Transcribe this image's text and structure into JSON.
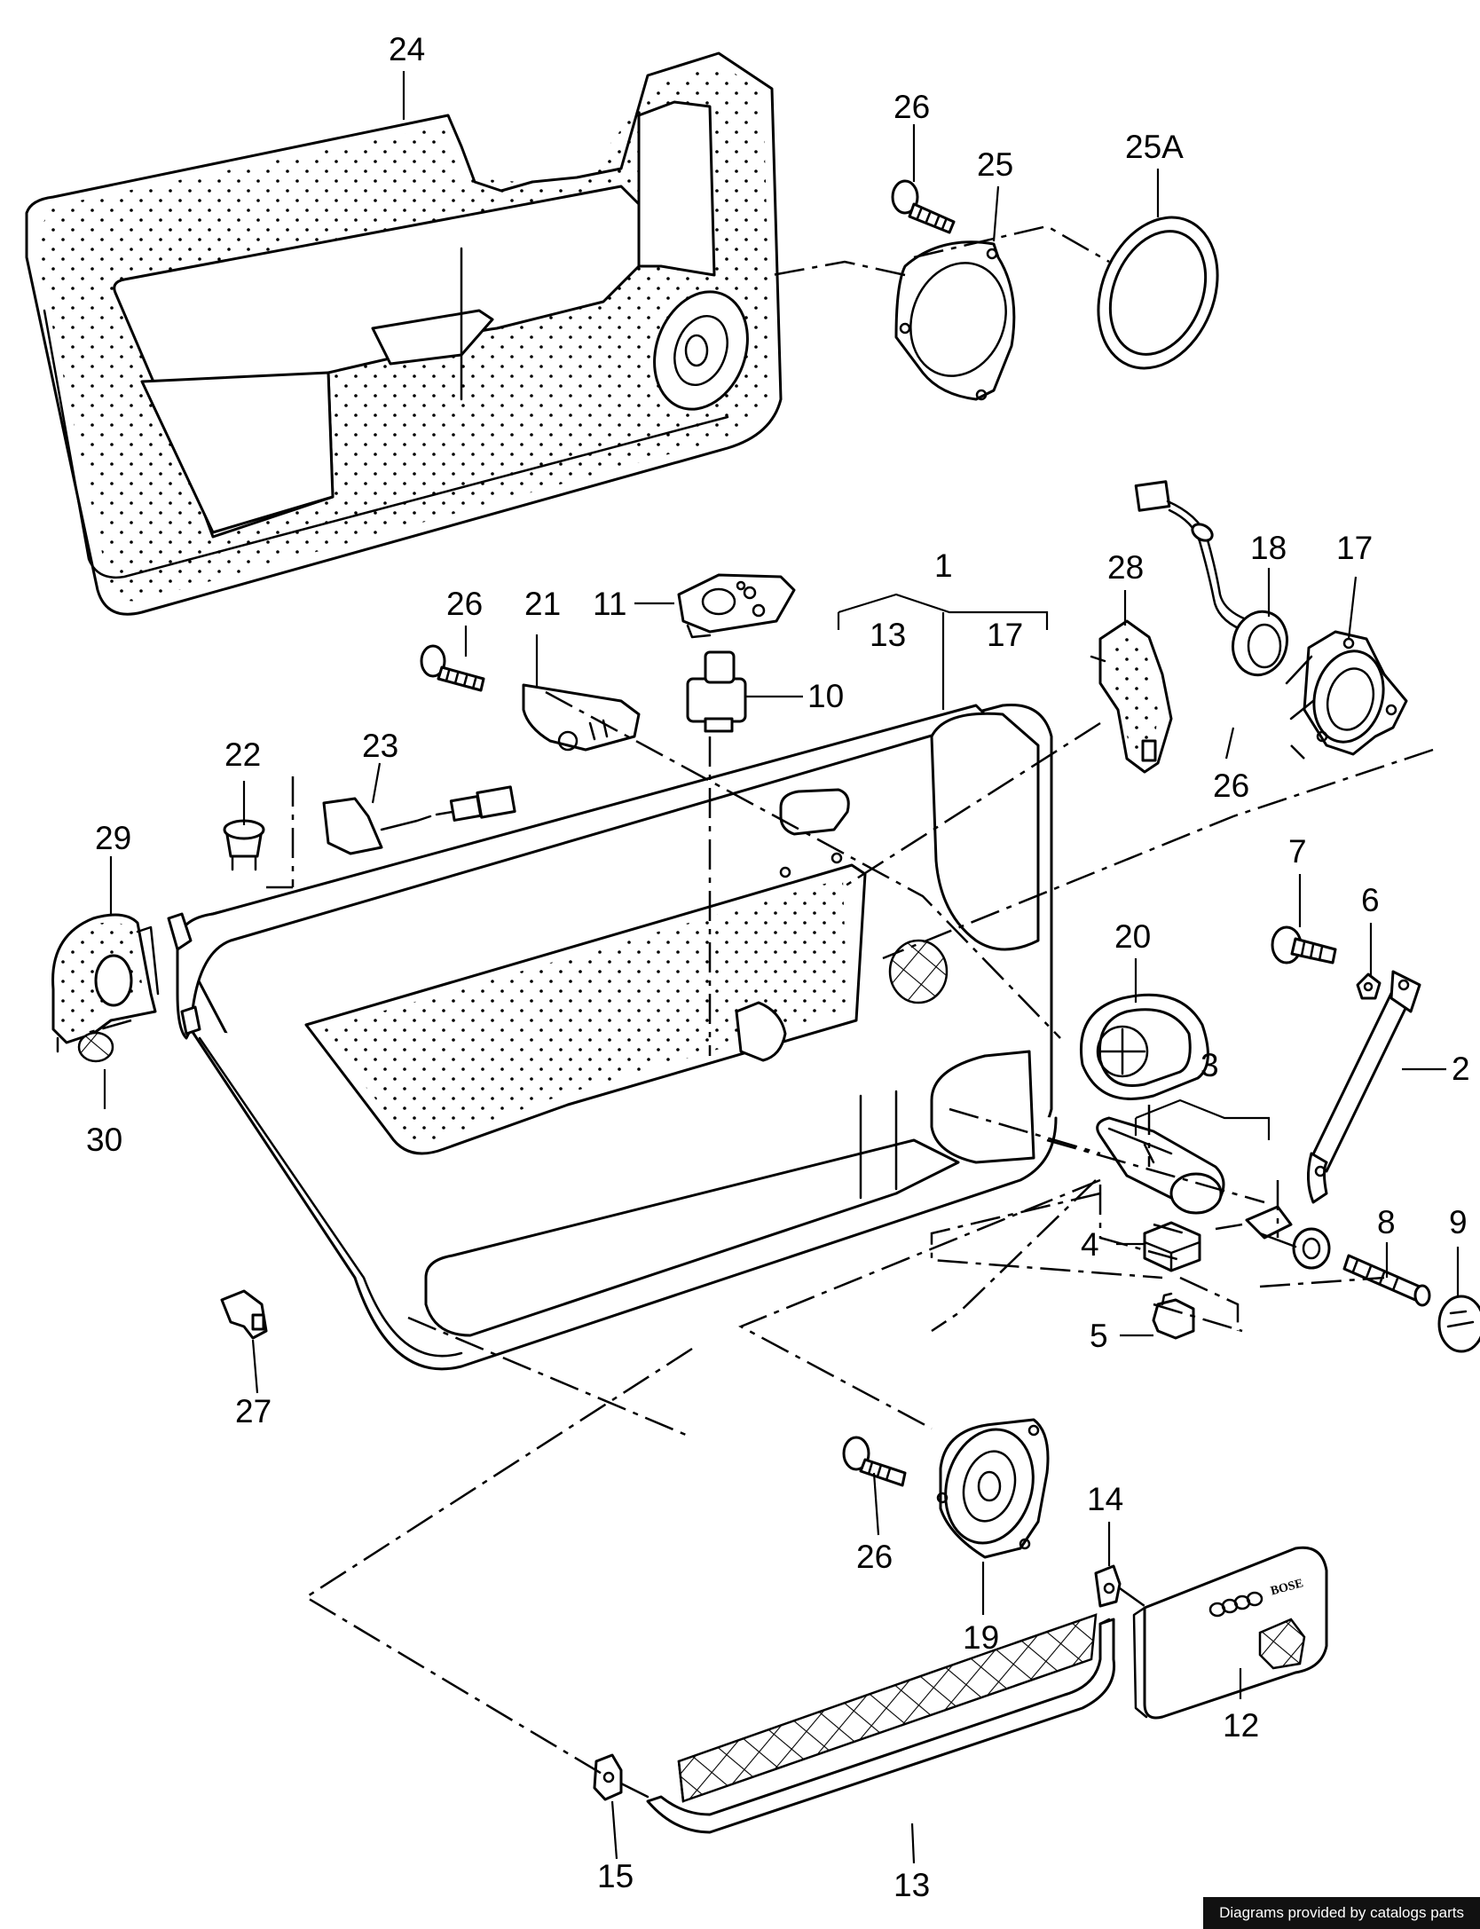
{
  "diagram": {
    "callouts": {
      "p24": "24",
      "p26a": "26",
      "p25": "25",
      "p25a": "25A",
      "p18": "18",
      "p17": "17",
      "p28": "28",
      "p1": "1",
      "p13a": "13",
      "p17b": "17",
      "p11": "11",
      "p10": "10",
      "p26b": "26",
      "p21": "21",
      "p22": "22",
      "p23": "23",
      "p29": "29",
      "p30": "30",
      "p26c": "26",
      "p20": "20",
      "p7": "7",
      "p6": "6",
      "p2": "2",
      "p3": "3",
      "p4": "4",
      "p5": "5",
      "p8": "8",
      "p9": "9",
      "p27": "27",
      "p26d": "26",
      "p19": "19",
      "p14": "14",
      "p12": "12",
      "p15": "15",
      "p13b": "13"
    },
    "grille_brand": "BOSE"
  },
  "footer": {
    "credit": "Diagrams provided by catalogs parts"
  }
}
